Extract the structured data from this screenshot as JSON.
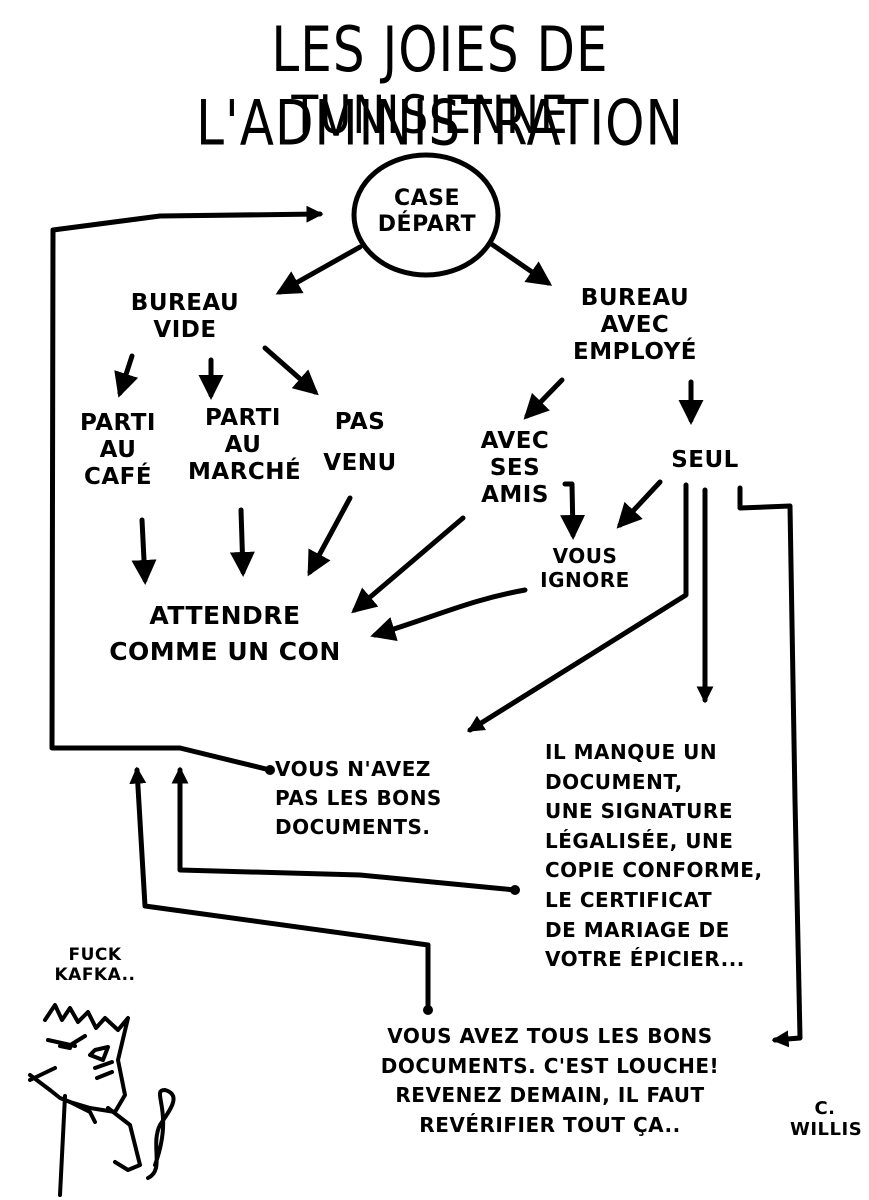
{
  "title": {
    "line1": "LES JOIES DE L'ADMINISTRATION",
    "line2": "TUNISIENNE"
  },
  "nodes": {
    "start": "CASE\nDÉPART",
    "empty_office": "BUREAU\nVIDE",
    "office_with_employee": "BUREAU\nAVEC\nEMPLOYÉ",
    "gone_cafe": "PARTI\nAU\nCAFÉ",
    "gone_market": "PARTI\nAU\nMARCHÉ",
    "not_came": "PAS\nVENU",
    "with_friends": "AVEC\nSES\nAMIS",
    "alone": "SEUL",
    "ignores_you": "VOUS\nIGNORE",
    "wait": "ATTENDRE\nCOMME UN CON",
    "wrong_documents": "VOUS N'AVEZ\nPAS LES BONS\nDOCUMENTS.",
    "missing_document": "IL MANQUE UN\nDOCUMENT,\nUNE SIGNATURE\nLÉGALISÉE, UNE\nCOPIE CONFORME,\nLE CERTIFICAT\nDE MARIAGE DE\nVOTRE ÉPICIER...",
    "all_documents": "VOUS AVEZ TOUS LES BONS\nDOCUMENTS. C'EST LOUCHE!\nREVENEZ DEMAIN, IL FAUT\nREVÉRIFIER TOUT ÇA.."
  },
  "cat": {
    "speech": "FUCK\nKAFKA.."
  },
  "signature": "C.\nWILLIS"
}
